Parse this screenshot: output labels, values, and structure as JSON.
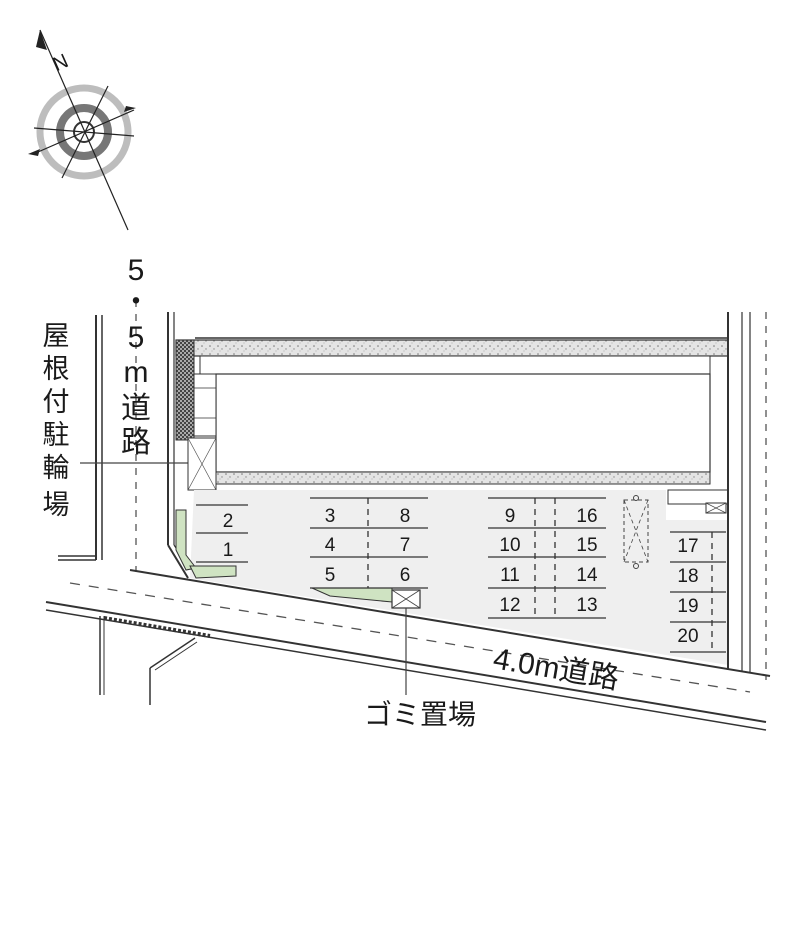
{
  "compass": {
    "north_label": "N",
    "icon": "north-arrow-compass-rose"
  },
  "roads": {
    "road_west": {
      "label": "5.5m道路",
      "chars": [
        "5",
        "・",
        "5",
        "m",
        "道",
        "路"
      ]
    },
    "road_south": {
      "label": "4.0m道路"
    }
  },
  "bicycle_parking": {
    "label": "屋根付駐輪場",
    "chars": [
      "屋",
      "根",
      "付",
      "駐",
      "輪",
      "場"
    ]
  },
  "garbage": {
    "label": "ゴミ置場"
  },
  "parking": {
    "spaces": [
      "1",
      "2",
      "3",
      "4",
      "5",
      "6",
      "7",
      "8",
      "9",
      "10",
      "11",
      "12",
      "13",
      "14",
      "15",
      "16",
      "17",
      "18",
      "19",
      "20"
    ]
  }
}
